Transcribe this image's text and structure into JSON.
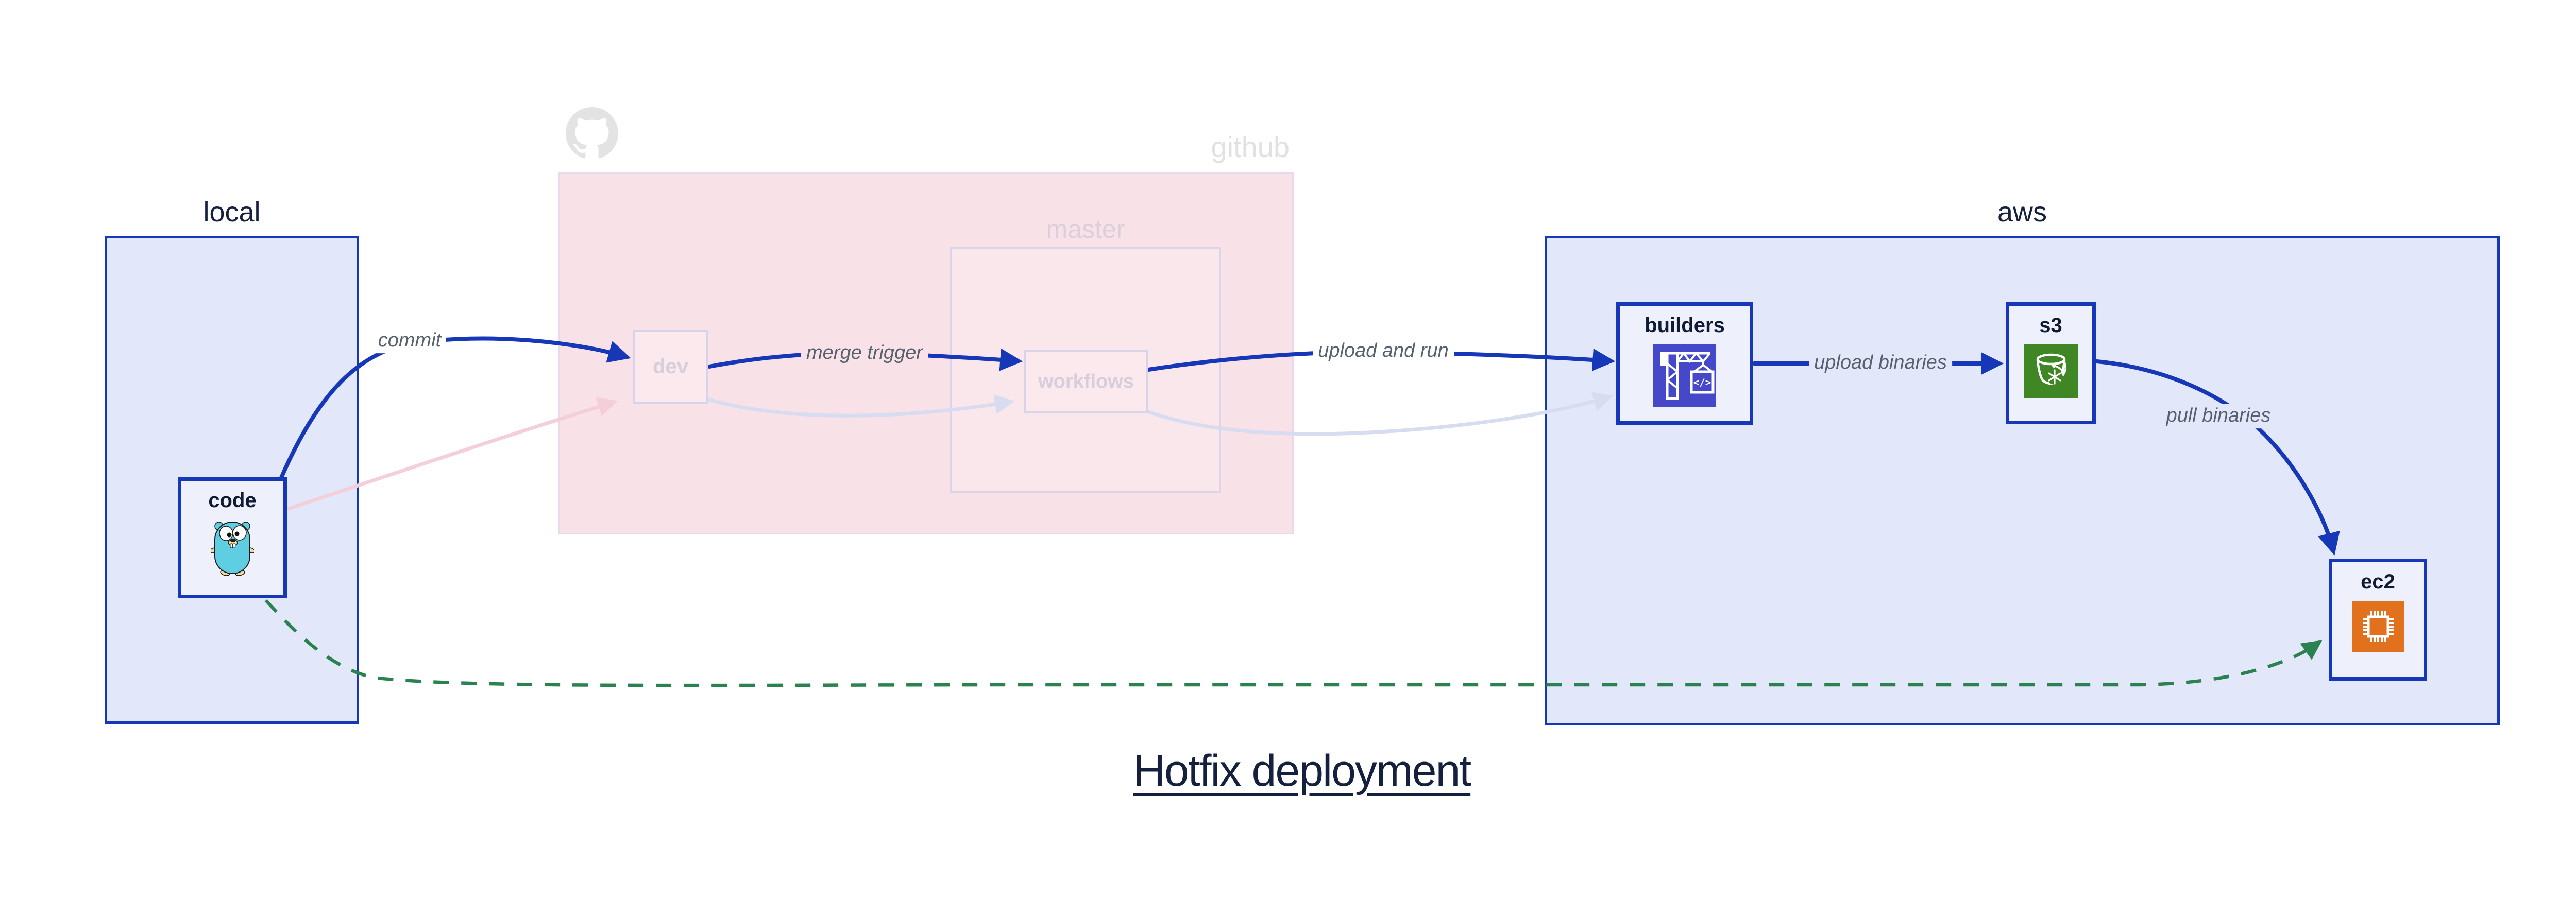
{
  "title": {
    "text": "Hotfix deployment"
  },
  "containers": {
    "local": {
      "label": "local"
    },
    "github": {
      "label": "github"
    },
    "master": {
      "label": "master"
    },
    "aws": {
      "label": "aws"
    }
  },
  "nodes": {
    "code": {
      "label": "code",
      "icon": "go-gopher-icon"
    },
    "dev": {
      "label": "dev"
    },
    "workflows": {
      "label": "workflows"
    },
    "builders": {
      "label": "builders",
      "icon": "codebuild-crane-icon"
    },
    "s3": {
      "label": "s3",
      "icon": "s3-bucket-snowflake-icon"
    },
    "ec2": {
      "label": "ec2",
      "icon": "ec2-chip-icon"
    }
  },
  "edges": [
    {
      "id": "code-dev",
      "label": "commit",
      "style": "solid-blue"
    },
    {
      "id": "dev-workflows",
      "label": "merge trigger",
      "style": "solid-blue"
    },
    {
      "id": "workflows-builders",
      "label": "upload and run",
      "style": "solid-blue"
    },
    {
      "id": "builders-s3",
      "label": "upload binaries",
      "style": "solid-blue"
    },
    {
      "id": "s3-ec2",
      "label": "pull binaries",
      "style": "solid-blue"
    },
    {
      "id": "code-ec2",
      "label": "",
      "style": "dashed-green"
    },
    {
      "id": "code-dev-faded",
      "label": "",
      "style": "faded-pink"
    },
    {
      "id": "dev-workflows-faded",
      "label": "",
      "style": "faded-lavender"
    },
    {
      "id": "workflows-builders-faded",
      "label": "",
      "style": "faded-lavender"
    }
  ],
  "colors": {
    "highlight_blue": "#1537b8",
    "container_fill_blue": "#e2e7fa",
    "node_fill": "#eef1fc",
    "github_pink": "#f8e1e7",
    "faded_lavender": "#d7dcf0",
    "faded_pink": "#f4cfd9",
    "green_dashed": "#2b8251",
    "edge_label_gray": "#57616e",
    "dark_navy": "#15203f",
    "github_gray": "#e1e1e1",
    "builders_icon_bg": "#4548c8",
    "s3_icon_bg": "#3f8624",
    "ec2_icon_bg": "#e2711d",
    "gopher_teal": "#5fcde2"
  }
}
